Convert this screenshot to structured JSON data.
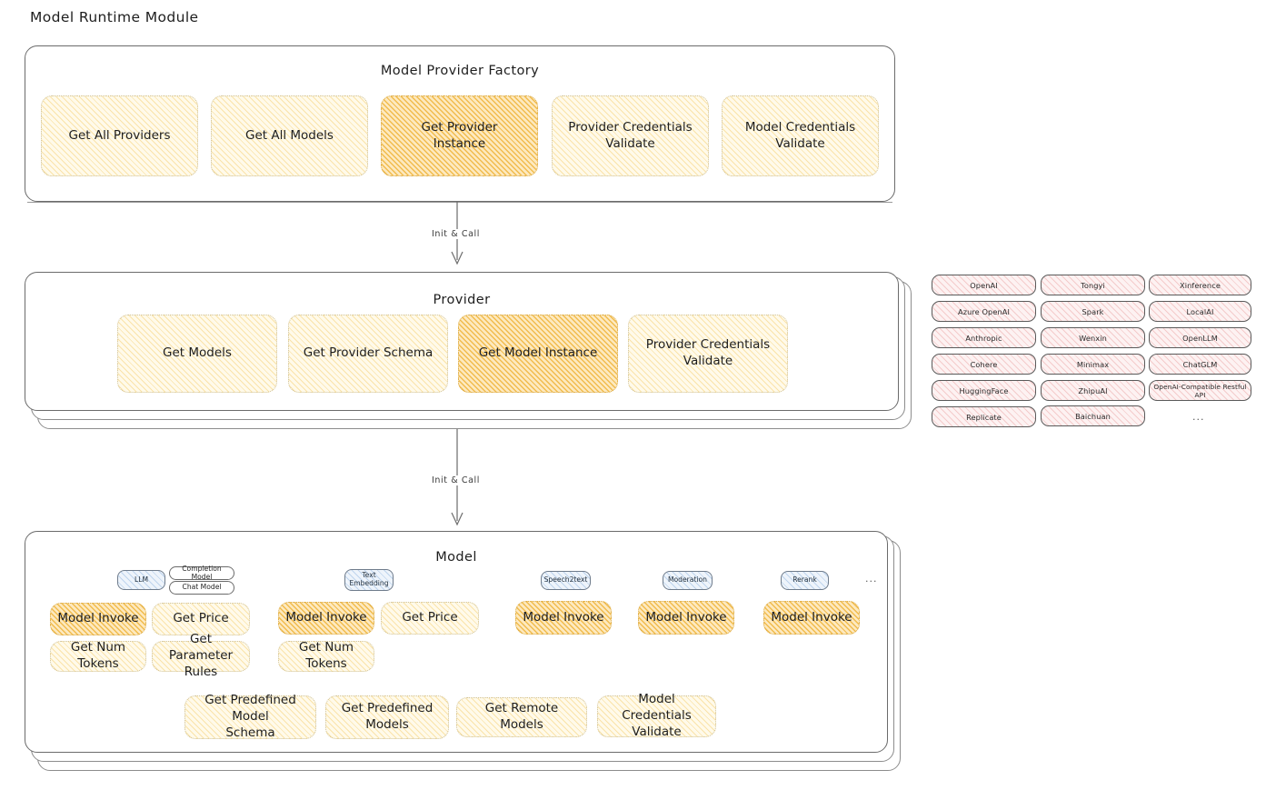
{
  "page": {
    "title": "Model Runtime Module"
  },
  "arrows": [
    {
      "label": "Init & Call"
    },
    {
      "label": "Init & Call"
    }
  ],
  "factory": {
    "title": "Model Provider Factory",
    "boxes": [
      {
        "label": "Get All Providers",
        "highlight": false
      },
      {
        "label": "Get All Models",
        "highlight": false
      },
      {
        "label": "Get Provider\nInstance",
        "highlight": true
      },
      {
        "label": "Provider Credentials\nValidate",
        "highlight": false
      },
      {
        "label": "Model Credentials\nValidate",
        "highlight": false
      }
    ]
  },
  "provider": {
    "title": "Provider",
    "boxes": [
      {
        "label": "Get Models",
        "highlight": false
      },
      {
        "label": "Get Provider Schema",
        "highlight": false
      },
      {
        "label": "Get Model Instance",
        "highlight": true
      },
      {
        "label": "Provider Credentials\nValidate",
        "highlight": false
      }
    ]
  },
  "provider_list": {
    "columns": [
      [
        "OpenAI",
        "Azure OpenAI",
        "Anthropic",
        "Cohere",
        "HuggingFace",
        "Replicate"
      ],
      [
        "Tongyi",
        "Spark",
        "Wenxin",
        "Minimax",
        "ZhipuAI",
        "Baichuan"
      ],
      [
        "Xinference",
        "LocalAI",
        "OpenLLM",
        "ChatGLM",
        "OpenAI-Compatible Restful API"
      ]
    ],
    "more": "..."
  },
  "model": {
    "title": "Model",
    "more": "...",
    "groups": [
      {
        "tag": "LLM",
        "subtags": [
          "Completion Model",
          "Chat Model"
        ],
        "ops": [
          {
            "label": "Model Invoke",
            "highlight": true
          },
          {
            "label": "Get Price",
            "highlight": false
          },
          {
            "label": "Get Num Tokens",
            "highlight": false
          },
          {
            "label": "Get Parameter\nRules",
            "highlight": false
          }
        ]
      },
      {
        "tag": "Text\nEmbedding",
        "subtags": [],
        "ops": [
          {
            "label": "Model Invoke",
            "highlight": true
          },
          {
            "label": "Get Price",
            "highlight": false
          },
          {
            "label": "Get Num Tokens",
            "highlight": false
          }
        ]
      },
      {
        "tag": "Speech2text",
        "subtags": [],
        "ops": [
          {
            "label": "Model Invoke",
            "highlight": true
          }
        ]
      },
      {
        "tag": "Moderation",
        "subtags": [],
        "ops": [
          {
            "label": "Model Invoke",
            "highlight": true
          }
        ]
      },
      {
        "tag": "Rerank",
        "subtags": [],
        "ops": [
          {
            "label": "Model Invoke",
            "highlight": true
          }
        ]
      }
    ],
    "common_ops": [
      {
        "label": "Get Predefined Model\nSchema"
      },
      {
        "label": "Get Predefined\nModels"
      },
      {
        "label": "Get Remote Models"
      },
      {
        "label": "Model Credentials\nValidate"
      }
    ]
  },
  "colors": {
    "cream": "#fffaea",
    "amber": "#fde9bf",
    "pink": "#fdf2f2",
    "blue": "#eef4fb",
    "stroke": "#6b6b6b"
  }
}
